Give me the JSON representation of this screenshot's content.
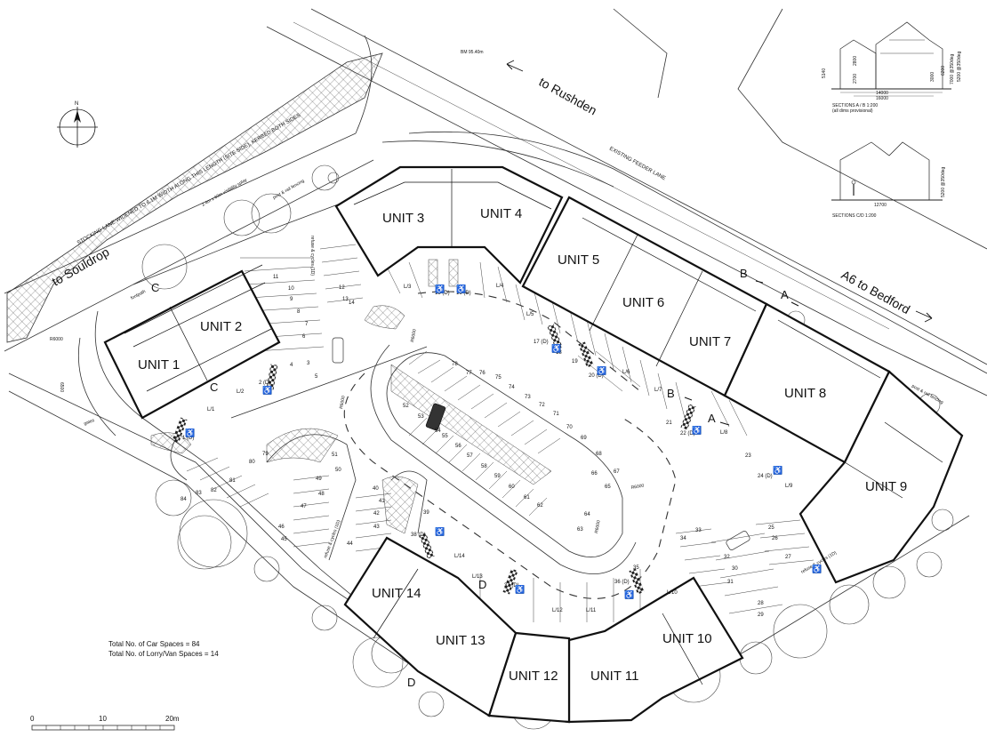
{
  "north": {
    "label": "N"
  },
  "benchmark": "BM 95.40m",
  "roads": {
    "rushden": "to Rushden",
    "bedford": "A6 to Bedford",
    "souldrop": "to Souldrop",
    "feeder": "EXISTING FEEDER LANE",
    "stocking_note": "STOCKING LANE WIDENED TO 6.1M WIDTH ALONG THIS LENGTH (SITE SIDE), KERBED BOTH SIDES",
    "visibility": "2.4m x 60m visibility splay",
    "fencing": "post & rail fencing",
    "footpath": "footpath",
    "gates": "gates",
    "dim_6500": "6500",
    "r6000": "R6000"
  },
  "units": [
    {
      "id": "u1",
      "label": "UNIT 1"
    },
    {
      "id": "u2",
      "label": "UNIT 2"
    },
    {
      "id": "u3",
      "label": "UNIT 3"
    },
    {
      "id": "u4",
      "label": "UNIT 4"
    },
    {
      "id": "u5",
      "label": "UNIT 5"
    },
    {
      "id": "u6",
      "label": "UNIT 6"
    },
    {
      "id": "u7",
      "label": "UNIT 7"
    },
    {
      "id": "u8",
      "label": "UNIT 8"
    },
    {
      "id": "u9",
      "label": "UNIT 9"
    },
    {
      "id": "u10",
      "label": "UNIT 10"
    },
    {
      "id": "u11",
      "label": "UNIT 11"
    },
    {
      "id": "u12",
      "label": "UNIT 12"
    },
    {
      "id": "u13",
      "label": "UNIT 13"
    },
    {
      "id": "u14",
      "label": "UNIT 14"
    }
  ],
  "section_marks": {
    "a": "A",
    "b": "B",
    "c": "C",
    "d": "D"
  },
  "sections": {
    "ab_title": "SECTIONS A / B 1:200",
    "ab_sub": "(all dims provisional)",
    "cd_title": "SECTIONS C/D 1:200",
    "d_5140": "5140",
    "d_2700": "2700",
    "d_2800": "2800",
    "d_3000": "3000",
    "d_6200": "6200",
    "d_5200": "5200 @350deg",
    "d_7000": "7000 @350deg",
    "d_14000": "14000",
    "d_16000": "16000",
    "d_12700": "12700"
  },
  "refuse_label": "refuse & cycles (1D)",
  "bays": [
    {
      "id": "b1",
      "label": "1 (D)"
    },
    {
      "id": "b2",
      "label": "2 (D)"
    },
    {
      "id": "b3",
      "label": "3"
    },
    {
      "id": "b4",
      "label": "4"
    },
    {
      "id": "b5",
      "label": "5"
    },
    {
      "id": "b6",
      "label": "6"
    },
    {
      "id": "b7",
      "label": "7"
    },
    {
      "id": "b8",
      "label": "8"
    },
    {
      "id": "b9",
      "label": "9"
    },
    {
      "id": "b10",
      "label": "10"
    },
    {
      "id": "b11",
      "label": "11"
    },
    {
      "id": "b12",
      "label": "12"
    },
    {
      "id": "b13",
      "label": "13"
    },
    {
      "id": "b14",
      "label": "14"
    },
    {
      "id": "b15",
      "label": "15 (D)"
    },
    {
      "id": "b16",
      "label": "16 (D)"
    },
    {
      "id": "b17",
      "label": "17 (D)"
    },
    {
      "id": "b18",
      "label": "18"
    },
    {
      "id": "b19",
      "label": "19"
    },
    {
      "id": "b20",
      "label": "20 (D)"
    },
    {
      "id": "b21",
      "label": "21"
    },
    {
      "id": "b22",
      "label": "22 (D)"
    },
    {
      "id": "b23",
      "label": "23"
    },
    {
      "id": "b24",
      "label": "24 (D)"
    },
    {
      "id": "b25",
      "label": "25"
    },
    {
      "id": "b26",
      "label": "26"
    },
    {
      "id": "b27",
      "label": "27"
    },
    {
      "id": "b28",
      "label": "28"
    },
    {
      "id": "b29",
      "label": "29"
    },
    {
      "id": "b30",
      "label": "30"
    },
    {
      "id": "b31",
      "label": "31"
    },
    {
      "id": "b32",
      "label": "32"
    },
    {
      "id": "b33",
      "label": "33"
    },
    {
      "id": "b34",
      "label": "34"
    },
    {
      "id": "b35",
      "label": "35"
    },
    {
      "id": "b36",
      "label": "36 (D)"
    },
    {
      "id": "b37",
      "label": "37 (D)"
    },
    {
      "id": "b38",
      "label": "38 (D)"
    },
    {
      "id": "b39",
      "label": "39"
    },
    {
      "id": "b40",
      "label": "40"
    },
    {
      "id": "b41",
      "label": "41"
    },
    {
      "id": "b42",
      "label": "42"
    },
    {
      "id": "b43",
      "label": "43"
    },
    {
      "id": "b44",
      "label": "44"
    },
    {
      "id": "b45",
      "label": "45"
    },
    {
      "id": "b46",
      "label": "46"
    },
    {
      "id": "b47",
      "label": "47"
    },
    {
      "id": "b48",
      "label": "48"
    },
    {
      "id": "b49",
      "label": "49"
    },
    {
      "id": "b50",
      "label": "50"
    },
    {
      "id": "b51",
      "label": "51"
    },
    {
      "id": "b52",
      "label": "52"
    },
    {
      "id": "b53",
      "label": "53"
    },
    {
      "id": "b54",
      "label": "54"
    },
    {
      "id": "b55",
      "label": "55"
    },
    {
      "id": "b56",
      "label": "56"
    },
    {
      "id": "b57",
      "label": "57"
    },
    {
      "id": "b58",
      "label": "58"
    },
    {
      "id": "b59",
      "label": "59"
    },
    {
      "id": "b60",
      "label": "60"
    },
    {
      "id": "b61",
      "label": "61"
    },
    {
      "id": "b62",
      "label": "62"
    },
    {
      "id": "b63",
      "label": "63"
    },
    {
      "id": "b64",
      "label": "64"
    },
    {
      "id": "b65",
      "label": "65"
    },
    {
      "id": "b66",
      "label": "66"
    },
    {
      "id": "b67",
      "label": "67"
    },
    {
      "id": "b68",
      "label": "68"
    },
    {
      "id": "b69",
      "label": "69"
    },
    {
      "id": "b70",
      "label": "70"
    },
    {
      "id": "b71",
      "label": "71"
    },
    {
      "id": "b72",
      "label": "72"
    },
    {
      "id": "b73",
      "label": "73"
    },
    {
      "id": "b74",
      "label": "74"
    },
    {
      "id": "b75",
      "label": "75"
    },
    {
      "id": "b76",
      "label": "76"
    },
    {
      "id": "b77",
      "label": "77"
    },
    {
      "id": "b78",
      "label": "78"
    },
    {
      "id": "b79",
      "label": "79"
    },
    {
      "id": "b80",
      "label": "80"
    },
    {
      "id": "b81",
      "label": "81"
    },
    {
      "id": "b82",
      "label": "82"
    },
    {
      "id": "b83",
      "label": "83"
    },
    {
      "id": "b84",
      "label": "84"
    }
  ],
  "lorry_bays": [
    {
      "id": "l1",
      "label": "L/1"
    },
    {
      "id": "l2",
      "label": "L/2"
    },
    {
      "id": "l3",
      "label": "L/3"
    },
    {
      "id": "l4",
      "label": "L/4"
    },
    {
      "id": "l5",
      "label": "L/5"
    },
    {
      "id": "l6",
      "label": "L/6"
    },
    {
      "id": "l7",
      "label": "L/7"
    },
    {
      "id": "l8",
      "label": "L/8"
    },
    {
      "id": "l9",
      "label": "L/9"
    },
    {
      "id": "l10",
      "label": "L/10"
    },
    {
      "id": "l11",
      "label": "L/11"
    },
    {
      "id": "l12",
      "label": "L/12"
    },
    {
      "id": "l13",
      "label": "L/13"
    },
    {
      "id": "l14",
      "label": "L/14"
    }
  ],
  "totals": {
    "car": "Total No. of Car Spaces = 84",
    "lorry": "Total No. of Lorry/Van Spaces = 14"
  },
  "scale": {
    "t0": "0",
    "t10": "10",
    "t20": "20m"
  }
}
